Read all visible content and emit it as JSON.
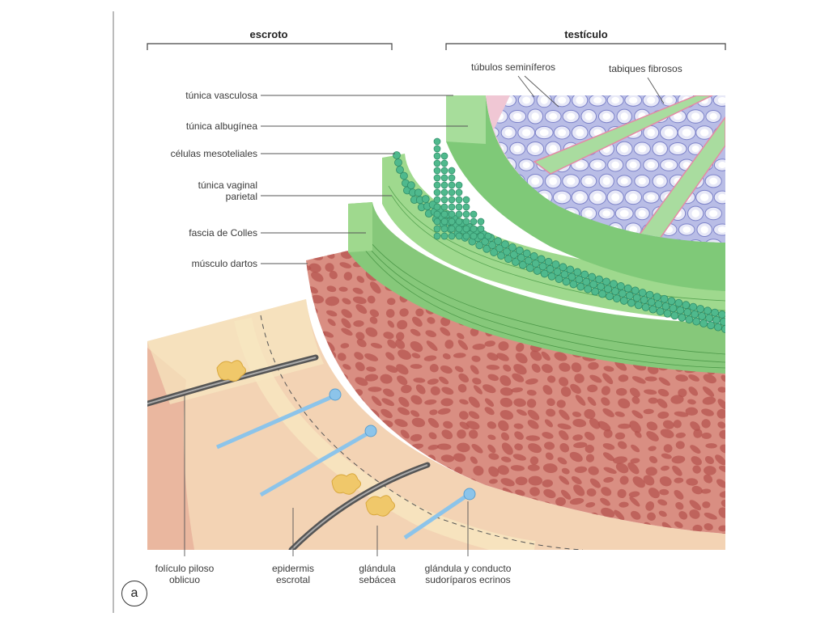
{
  "groups": {
    "escroto": "escroto",
    "testiculo": "testículo"
  },
  "labels": {
    "tubulos": "túbulos seminíferos",
    "tabiques": "tabiques fibrosos",
    "vasculosa": "túnica vasculosa",
    "albuginea": "túnica albugínea",
    "mesoteliales": "células mesoteliales",
    "vaginal_1": "túnica vaginal",
    "vaginal_2": "parietal",
    "colles": "fascia de Colles",
    "dartos": "músculo dartos",
    "foliculo_1": "folículo piloso",
    "foliculo_2": "oblicuo",
    "epidermis_1": "epidermis",
    "epidermis_2": "escrotal",
    "sebacea_1": "glándula",
    "sebacea_2": "sebácea",
    "sudoriparas_1": "glándula y conducto",
    "sudoriparas_2": "sudoríparos ecrinos"
  },
  "panel_letter": "a",
  "colors": {
    "tubule_fill": "#b9bde6",
    "tubule_nucleus": "#7d83c9",
    "septa": "#a9dc9f",
    "vasculosa": "#96d68c",
    "albuginea": "#7fc978",
    "mesothelial": "#4fb98d",
    "vaginal": "#9fd98e",
    "colles": "#86c87a",
    "dartos": "#d98e82",
    "dartos_cells": "#b5544f",
    "dermis": "#f3d3b4",
    "epidermis": "#f7e7c0",
    "skin_deep": "#eab79f",
    "hair": "#555555",
    "sweat_duct": "#8cc4ea",
    "sebaceous": "#f0c86a",
    "leader": "#555555"
  }
}
